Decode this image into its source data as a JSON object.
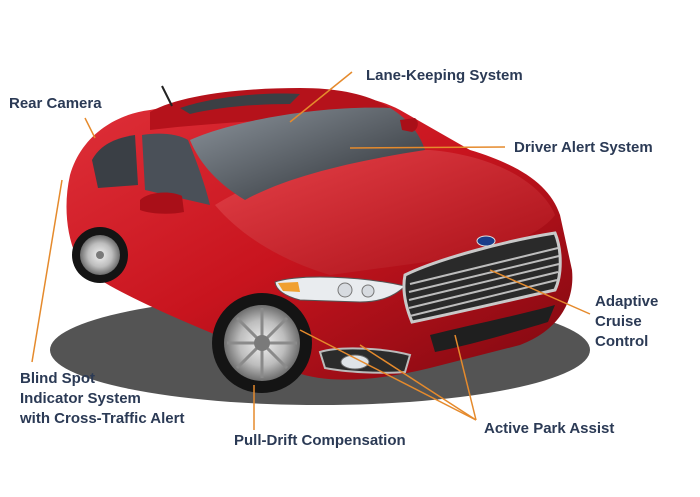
{
  "features": {
    "rear_camera": "Rear Camera",
    "lane_keeping": "Lane-Keeping System",
    "driver_alert": "Driver Alert System",
    "adaptive_cruise": [
      "Adaptive",
      "Cruise",
      "Control"
    ],
    "blind_spot": [
      "Blind Spot",
      "Indicator System",
      "with Cross-Traffic Alert"
    ],
    "pull_drift": "Pull-Drift Compensation",
    "active_park": "Active Park Assist"
  },
  "colors": {
    "label_text": "#2b3a55",
    "leader_line": "#e58a2c",
    "car_body": "#c8141e"
  }
}
